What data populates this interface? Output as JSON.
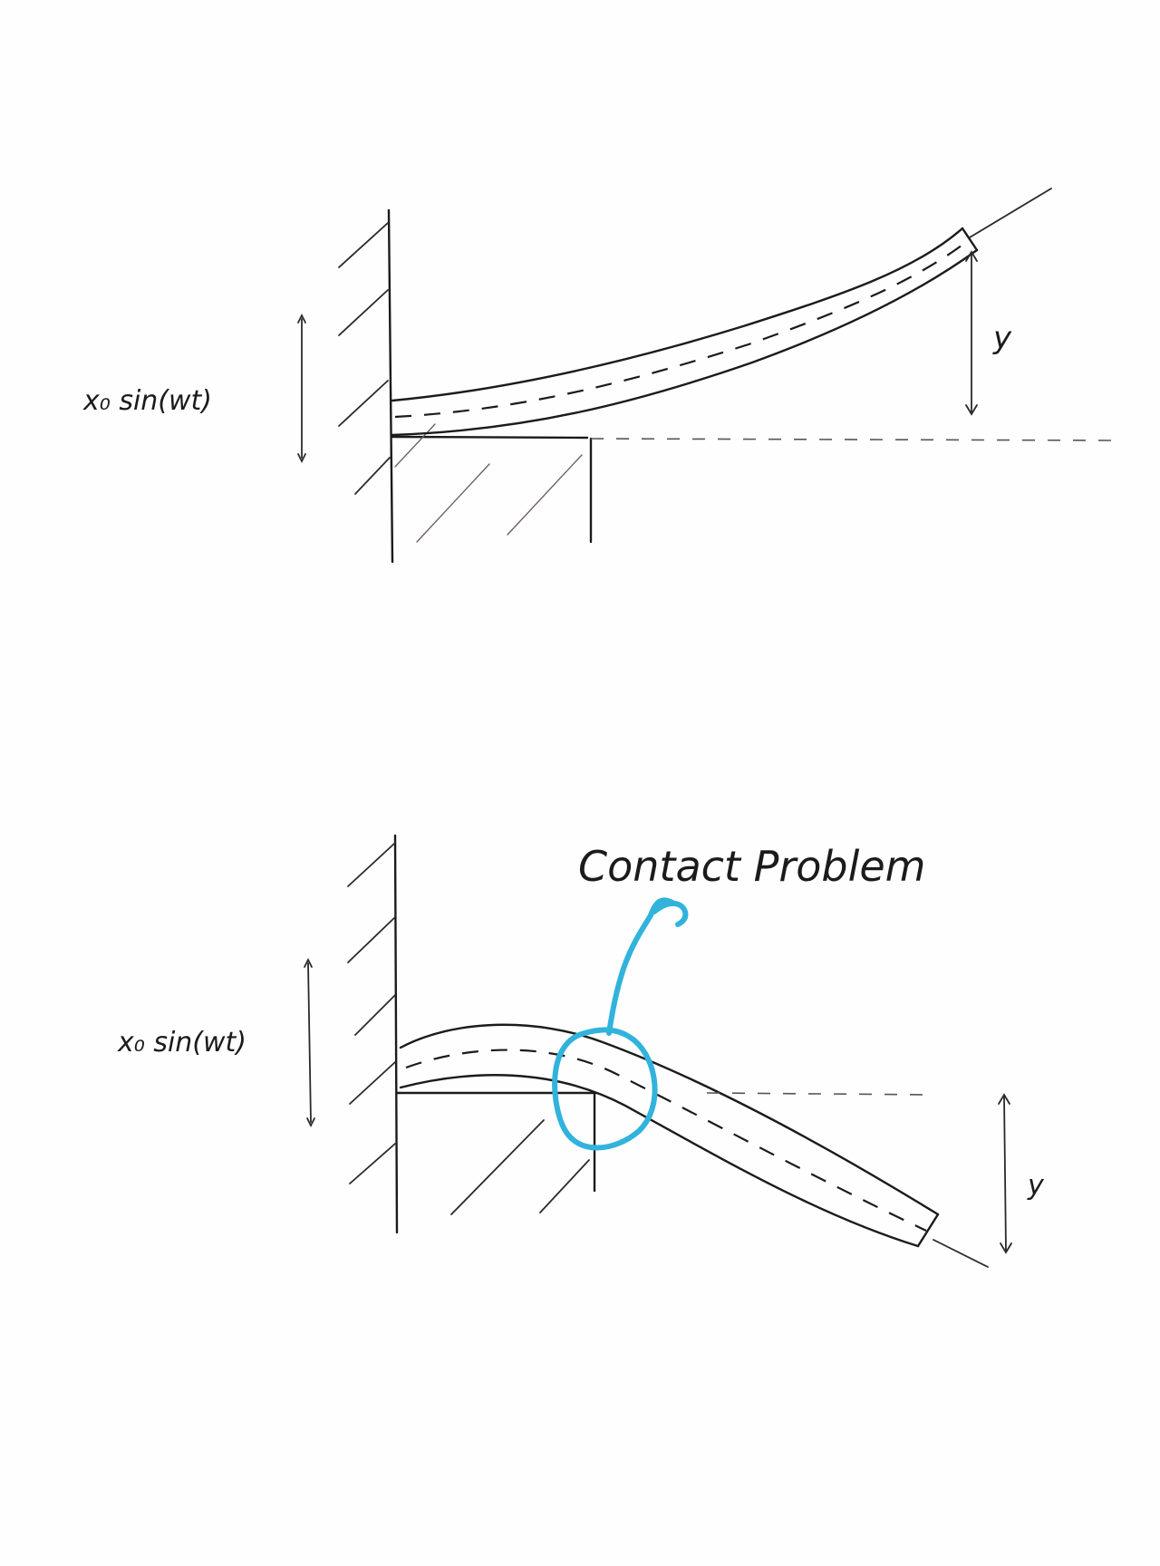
{
  "diagram_top": {
    "excitation_label": "x₀ sin(wt)",
    "deflection_label": "y"
  },
  "diagram_bottom": {
    "excitation_label": "x₀ sin(wt)",
    "deflection_label": "y",
    "annotation_label": "Contact Problem"
  },
  "colors": {
    "ink": "#1b1b1b",
    "highlight": "#31b3dc",
    "paper": "#fefefe"
  }
}
